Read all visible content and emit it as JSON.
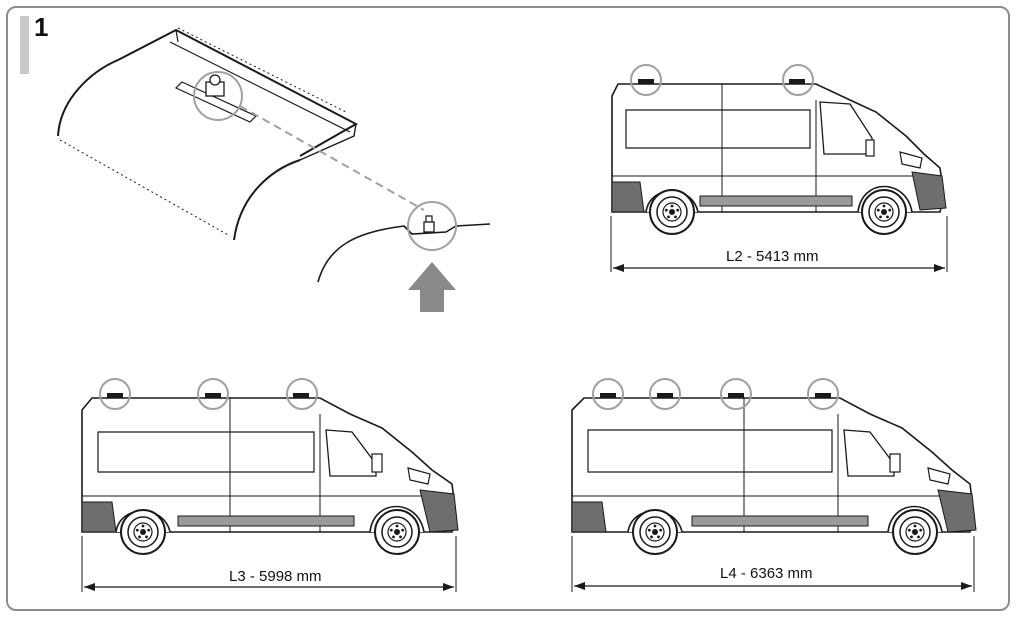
{
  "figure": {
    "number": "1"
  },
  "vans": [
    {
      "id": "l2",
      "length_label": "L2 - 5413 mm",
      "mount_points": 2
    },
    {
      "id": "l3",
      "length_label": "L3 - 5998 mm",
      "mount_points": 3
    },
    {
      "id": "l4",
      "length_label": "L4 - 6363 mm",
      "mount_points": 4
    }
  ],
  "colors": {
    "frame": "#8c8c8c",
    "line": "#1a1a1a",
    "highlight": "#a0a0a0",
    "bumper": "#6e6e6e",
    "arrow": "#8a8a8a"
  }
}
